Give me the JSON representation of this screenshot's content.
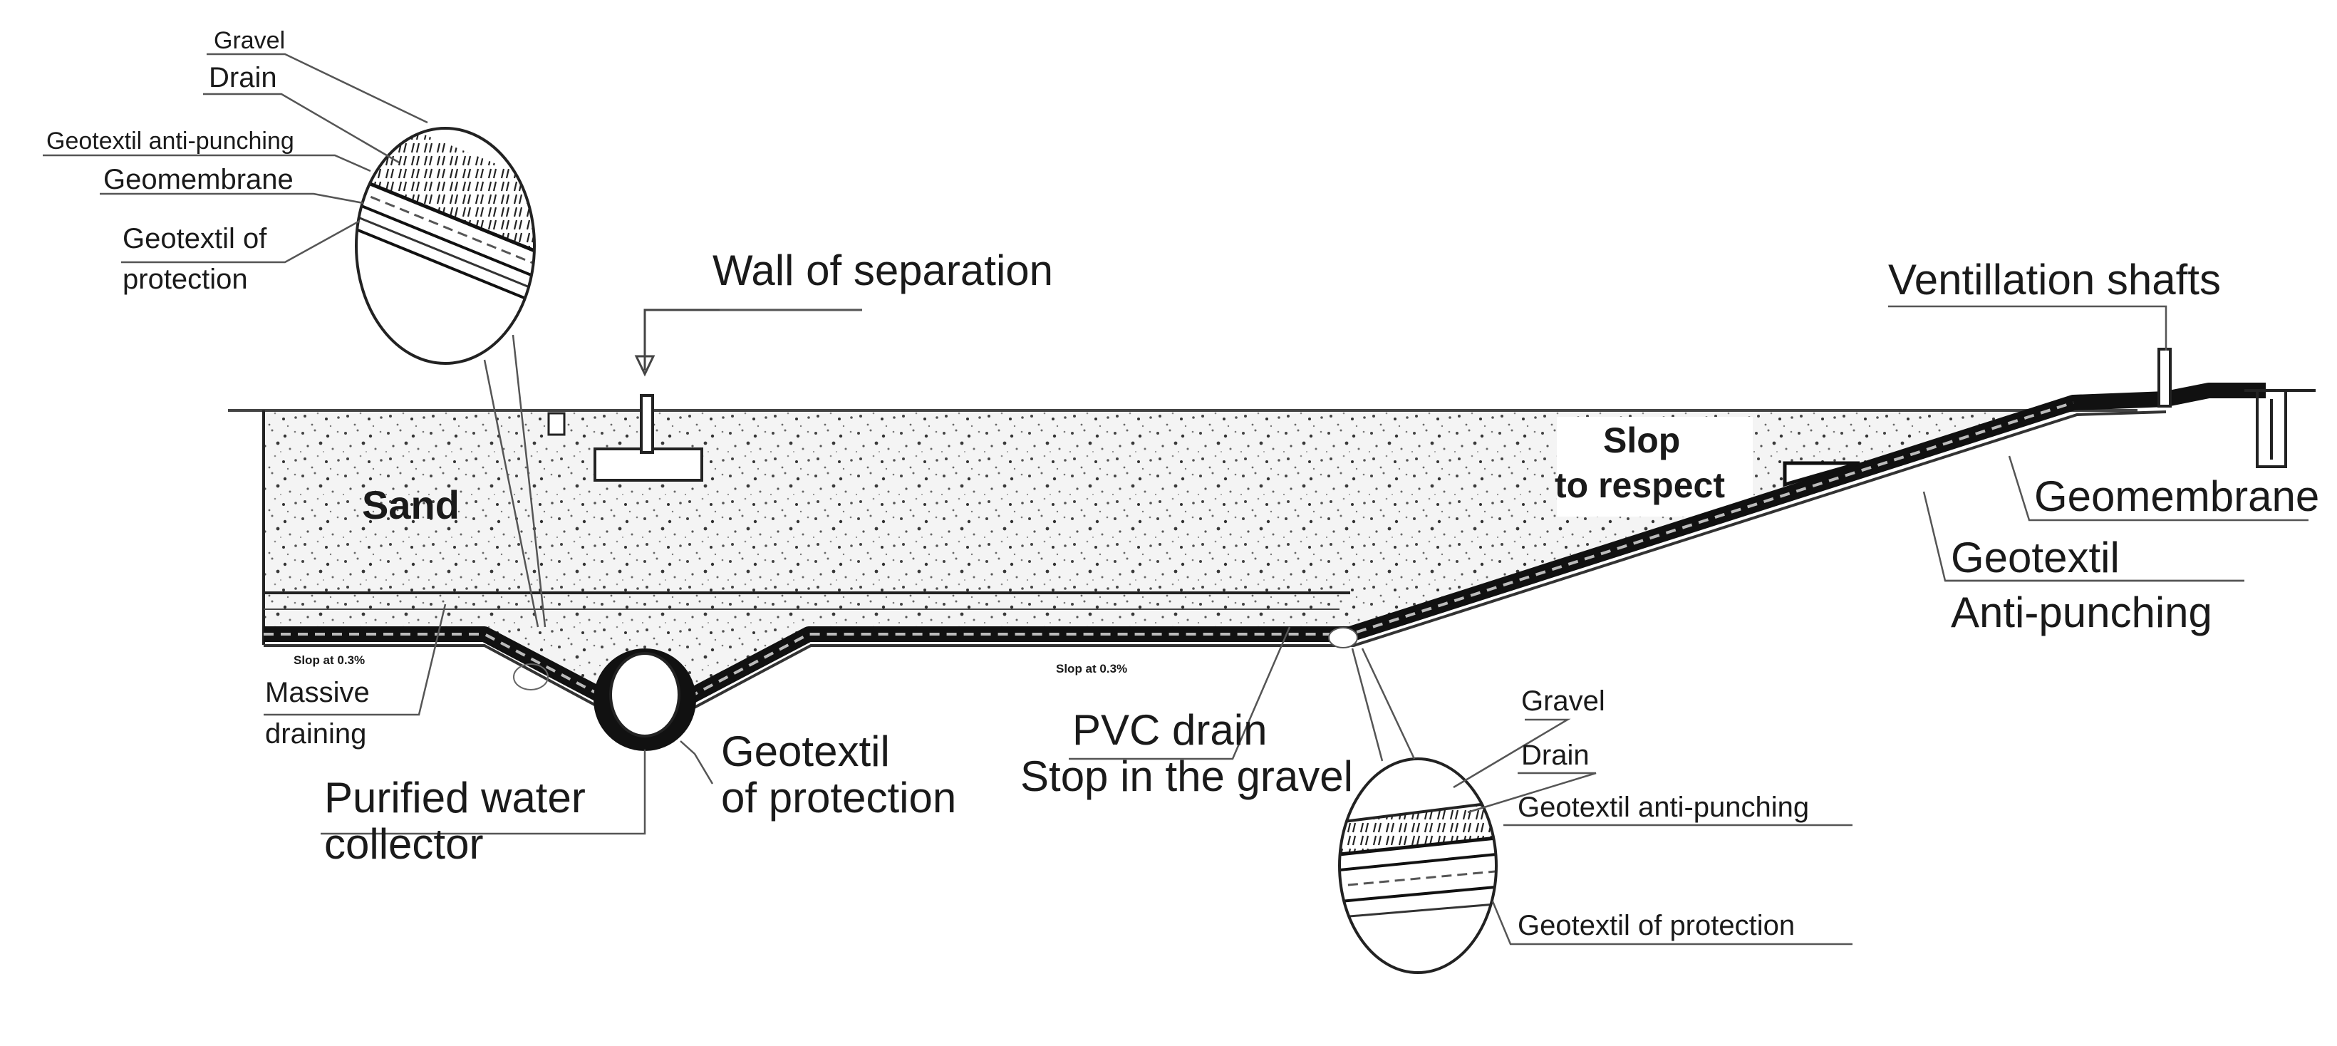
{
  "labels": {
    "sand": "Sand",
    "wall_of_separation": "Wall of separation",
    "ventilation_shafts": "Ventillation shafts",
    "slop_line1": "Slop",
    "slop_line2": "to respect",
    "geomembrane_right": "Geomembrane",
    "geotextil_right": "Geotextil",
    "anti_punching_right": "Anti-punching",
    "slope_note_left": "Slop at 0.3%",
    "slope_note_mid": "Slop at 0.3%",
    "massive_line1": "Massive",
    "massive_line2": "draining",
    "collector_line1": "Purified water",
    "collector_line2": "collector",
    "geotextil_protection_line1": "Geotextil",
    "geotextil_protection_line2": "of protection",
    "pvc_line1": "PVC drain",
    "pvc_line2": "Stop in the gravel"
  },
  "detail_top_left": {
    "gravel": "Gravel",
    "drain": "Drain",
    "geotextil_anti_punching": "Geotextil anti-punching",
    "geomembrane": "Geomembrane",
    "geotextil_protection_line1": "Geotextil of",
    "geotextil_protection_line2": "protection"
  },
  "detail_bottom": {
    "gravel": "Gravel",
    "drain": "Drain",
    "geotextil_anti_punching": "Geotextil anti-punching",
    "geotextil_protection": "Geotextil of protection"
  }
}
